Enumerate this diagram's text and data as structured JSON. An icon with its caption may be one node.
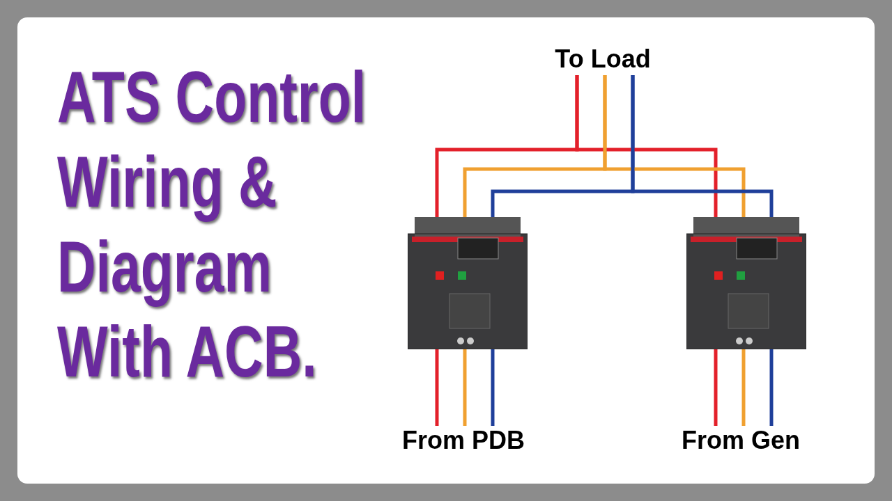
{
  "diagram": {
    "title": "ATS Control Wiring & Diagram With ACB.",
    "nodes": [
      {
        "text": [
          "To Load"
        ]
      },
      {
        "text": [],
        "shape": "picture"
      },
      {
        "text": [],
        "shape": "picture"
      },
      {
        "text": [
          "From PDB"
        ]
      },
      {
        "text": [
          "From Gen"
        ]
      }
    ],
    "edges": [
      {
        "from": 3,
        "to": 1,
        "arrow": "none",
        "color": "#e3202a"
      },
      {
        "from": 3,
        "to": 1,
        "arrow": "none",
        "color": "#f0a030"
      },
      {
        "from": 3,
        "to": 1,
        "arrow": "none",
        "color": "#1f3f9a"
      },
      {
        "from": 4,
        "to": 2,
        "arrow": "none",
        "color": "#e3202a"
      },
      {
        "from": 4,
        "to": 2,
        "arrow": "none",
        "color": "#f0a030"
      },
      {
        "from": 4,
        "to": 2,
        "arrow": "none",
        "color": "#1f3f9a"
      },
      {
        "from": 1,
        "to": 0,
        "arrow": "none",
        "color": "#e3202a"
      },
      {
        "from": 1,
        "to": 0,
        "arrow": "none",
        "color": "#f0a030"
      },
      {
        "from": 1,
        "to": 0,
        "arrow": "none",
        "color": "#1f3f9a"
      },
      {
        "from": 2,
        "to": 0,
        "arrow": "none",
        "color": "#e3202a"
      },
      {
        "from": 2,
        "to": 0,
        "arrow": "none",
        "color": "#f0a030"
      },
      {
        "from": 2,
        "to": 0,
        "arrow": "none",
        "color": "#1f3f9a"
      }
    ]
  }
}
